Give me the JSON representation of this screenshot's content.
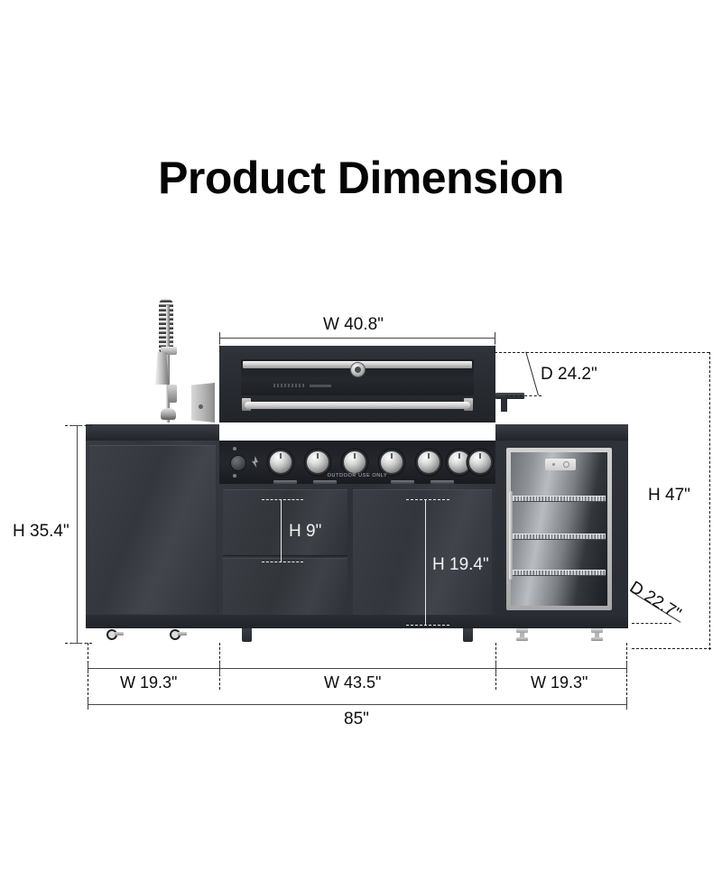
{
  "page": {
    "title": "Product Dimension"
  },
  "dimensions": {
    "grill_width": "W 40.8\"",
    "grill_depth": "D 24.2\"",
    "overall_height": "H 47\"",
    "counter_height": "H 35.4\"",
    "drawer_opening_height": "H 9\"",
    "cabinet_opening_height": "H 19.4\"",
    "left_module_width": "W 19.3\"",
    "center_module_width": "W 43.5\"",
    "right_module_width": "W 19.3\"",
    "overall_width": "85\"",
    "base_depth": "D 22.7\""
  },
  "appliance": {
    "control_panel_caption": "OUTDOOR USE ONLY",
    "knob_count": 7,
    "shelf_count": 3
  },
  "colors": {
    "cabinet_dark": "#34373e",
    "panel_black": "#1d1f24",
    "chrome": "#dcdcdc",
    "dimension_line": "#1b1b1b",
    "label_text": "#0d0d0d",
    "label_text_light": "#f2f2f2",
    "background": "#ffffff"
  }
}
